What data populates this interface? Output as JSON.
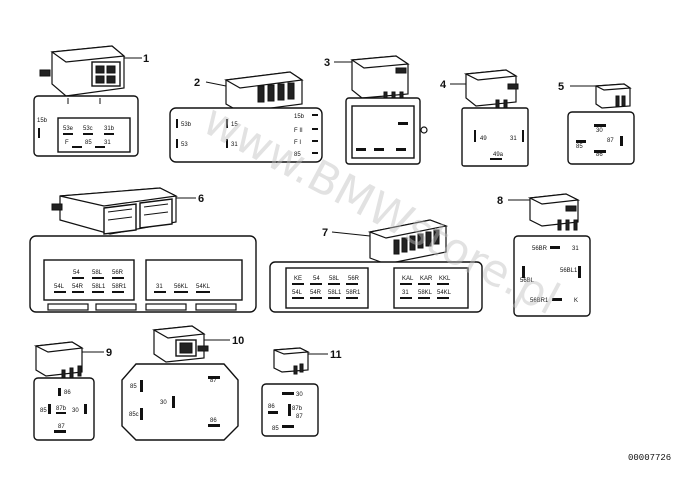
{
  "watermark": "www.BMWstore.pl",
  "document_id": "00007726",
  "relays": [
    {
      "number": "1",
      "pins": [
        "15b",
        "53e",
        "53c",
        "31b",
        "F",
        "85",
        "31"
      ]
    },
    {
      "number": "2",
      "pins": [
        "53b",
        "15",
        "15b",
        "F II",
        "53",
        "31",
        "F I",
        "85"
      ]
    },
    {
      "number": "3",
      "pins": []
    },
    {
      "number": "4",
      "pins": [
        "49",
        "31",
        "49a"
      ]
    },
    {
      "number": "5",
      "pins": [
        "30",
        "85",
        "87",
        "86"
      ]
    },
    {
      "number": "6",
      "pins": [
        "54",
        "58L",
        "56R",
        "54L",
        "54R",
        "58L1",
        "58R1",
        "31",
        "56KL",
        "54KL"
      ]
    },
    {
      "number": "7",
      "pins": [
        "KE",
        "54",
        "58L",
        "56R",
        "54L",
        "54R",
        "58L1",
        "58R1",
        "KAL",
        "KAR",
        "KKL",
        "31",
        "58KL",
        "54KL"
      ]
    },
    {
      "number": "8",
      "pins": [
        "56BR",
        "31",
        "56BL1",
        "56BL",
        "56BR1",
        "K"
      ]
    },
    {
      "number": "9",
      "pins": [
        "86",
        "85",
        "87b",
        "30",
        "87"
      ]
    },
    {
      "number": "10",
      "pins": [
        "87",
        "85",
        "30",
        "85c",
        "86"
      ]
    },
    {
      "number": "11",
      "pins": [
        "30",
        "86",
        "87b",
        "87",
        "85"
      ]
    }
  ]
}
